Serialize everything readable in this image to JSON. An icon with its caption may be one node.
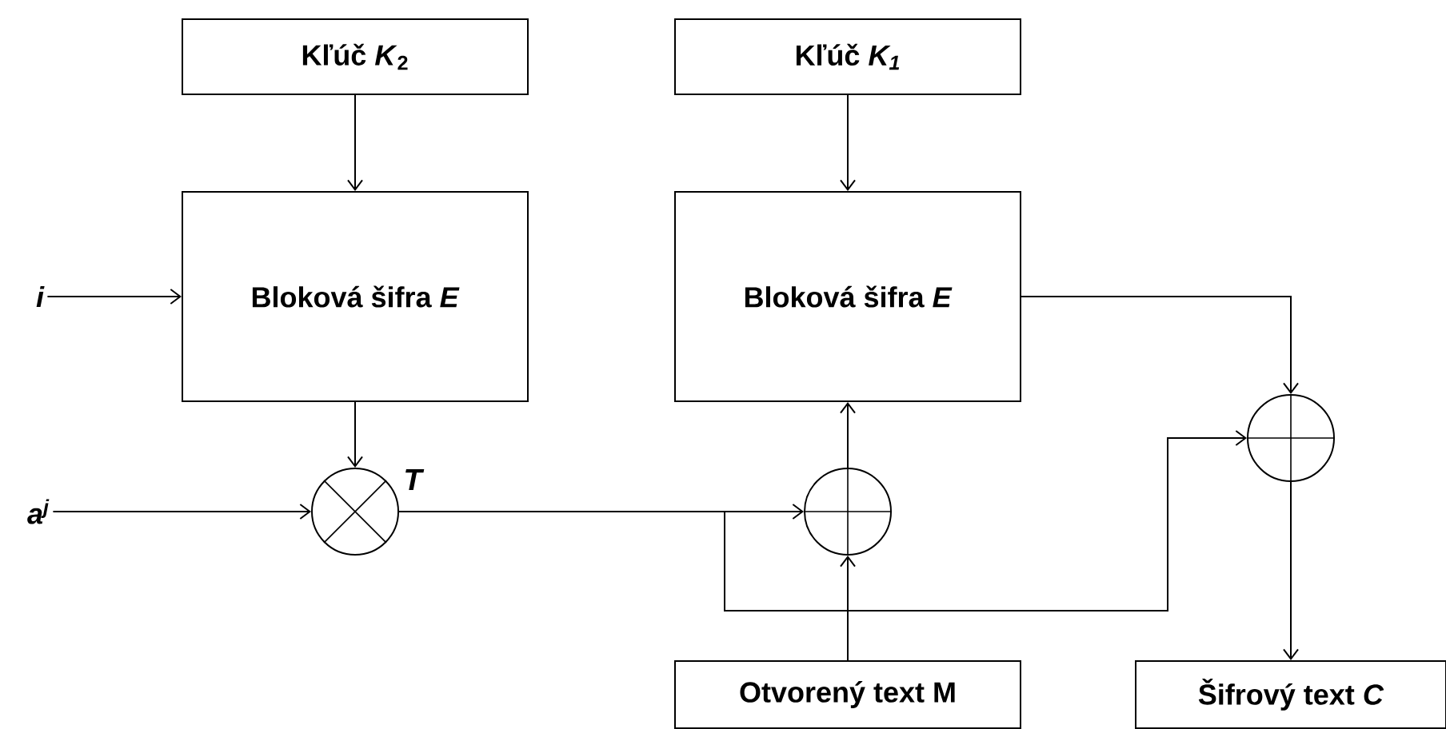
{
  "diagram": {
    "nodes": [
      {
        "text": [
          "Kľúč *K*$_{2}$"
        ]
      },
      {
        "text": [
          "Kľúč *K$_{1}$*"
        ]
      },
      {
        "text": [
          "i"
        ]
      },
      {
        "text": [
          "Bloková šifra *E*"
        ]
      },
      {
        "text": [
          "Bloková šifra *E*"
        ]
      },
      {
        "text": [
          "a$^{j}$"
        ]
      },
      {
        "text": [],
        "shape": "circle"
      },
      {
        "text": [],
        "shape": "circle"
      },
      {
        "text": [],
        "shape": "circle"
      },
      {
        "text": [
          "Otvorený text M"
        ]
      },
      {
        "text": [
          "Šifrový text *C*"
        ]
      }
    ],
    "edges": [
      {
        "from": 0,
        "to": 3,
        "arrow": "to"
      },
      {
        "from": 1,
        "to": 4,
        "arrow": "to"
      },
      {
        "from": 2,
        "to": 3,
        "arrow": "to"
      },
      {
        "from": 5,
        "to": 6,
        "arrow": "to"
      },
      {
        "from": 3,
        "to": 6,
        "arrow": "to"
      },
      {
        "from": 6,
        "to": 7,
        "arrow": "to",
        "label": "T"
      },
      {
        "from": 6,
        "to": 8,
        "arrow": "to"
      },
      {
        "from": 9,
        "to": 7,
        "arrow": "to"
      },
      {
        "from": 7,
        "to": 4,
        "arrow": "to"
      },
      {
        "from": 4,
        "to": 8,
        "arrow": "to"
      },
      {
        "from": 8,
        "to": 10,
        "arrow": "to"
      }
    ]
  }
}
